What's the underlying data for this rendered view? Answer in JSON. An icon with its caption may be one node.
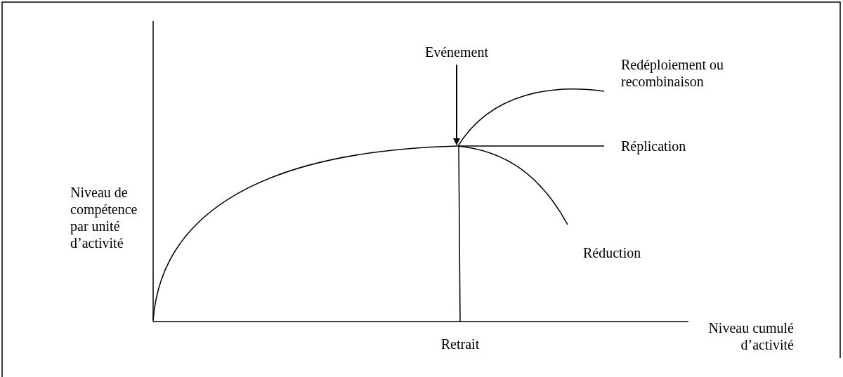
{
  "diagram": {
    "nodes": [
      {
        "text": [
          "Evénement"
        ]
      },
      {
        "text": [],
        "shape": "picture"
      }
    ],
    "edges": [
      {
        "from": 0,
        "to": 1,
        "arrow": "to"
      }
    ],
    "labels": [
      "Redéploiement ou recombinaison",
      "Réplication",
      "Niveau de compétence par unité d’activité",
      "Réduction",
      "Niveau cumulé d’activité",
      "Retrait"
    ]
  }
}
